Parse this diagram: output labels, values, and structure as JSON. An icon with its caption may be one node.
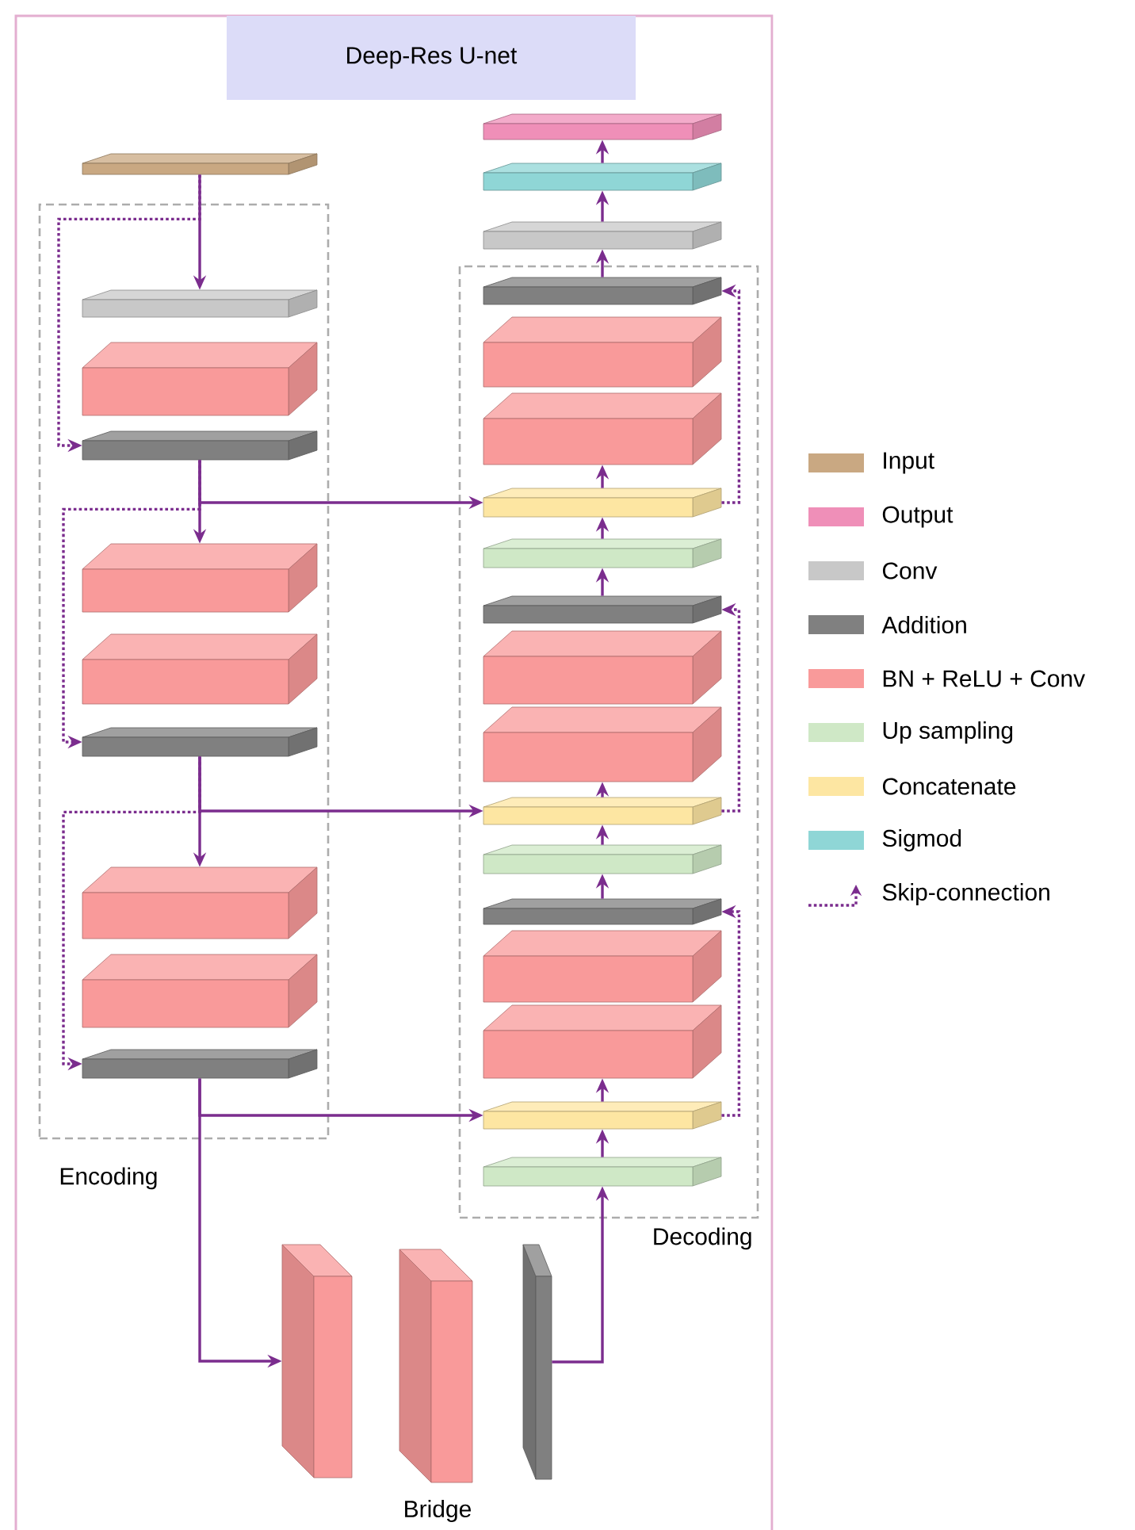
{
  "diagram": {
    "title": "Deep-Res U-net",
    "nodes": [
      {
        "text": [],
        "shape": "box"
      },
      {
        "text": [
          "Encoding"
        ]
      },
      {
        "text": [],
        "shape": "box",
        "in": 1
      },
      {
        "text": [],
        "shape": "box",
        "in": 1
      },
      {
        "text": [],
        "shape": "box",
        "in": 1
      },
      {
        "text": [],
        "shape": "box",
        "in": 1
      },
      {
        "text": [],
        "shape": "box",
        "in": 1
      },
      {
        "text": [],
        "shape": "box",
        "in": 1
      },
      {
        "text": [],
        "shape": "box",
        "in": 1
      },
      {
        "text": [],
        "shape": "box",
        "in": 1
      },
      {
        "text": [],
        "shape": "box",
        "in": 1
      },
      {
        "text": [],
        "shape": "box"
      },
      {
        "text": [],
        "shape": "box"
      },
      {
        "text": [],
        "shape": "box"
      },
      {
        "text": [
          "Decoding"
        ]
      },
      {
        "text": [],
        "shape": "box",
        "in": 14
      },
      {
        "text": [],
        "shape": "box",
        "in": 14
      },
      {
        "text": [],
        "shape": "box",
        "in": 14
      },
      {
        "text": [],
        "shape": "box",
        "in": 14
      },
      {
        "text": [],
        "shape": "box",
        "in": 14
      },
      {
        "text": [],
        "shape": "box",
        "in": 14
      },
      {
        "text": [],
        "shape": "box",
        "in": 14
      },
      {
        "text": [],
        "shape": "box",
        "in": 14
      },
      {
        "text": [],
        "shape": "box",
        "in": 14
      },
      {
        "text": [],
        "shape": "box",
        "in": 14
      },
      {
        "text": [],
        "shape": "box",
        "in": 14
      },
      {
        "text": [],
        "shape": "box",
        "in": 14
      },
      {
        "text": [],
        "shape": "box",
        "in": 14
      },
      {
        "text": [],
        "shape": "box",
        "in": 14
      },
      {
        "text": [],
        "shape": "box",
        "in": 14
      },
      {
        "text": [],
        "shape": "box"
      },
      {
        "text": [],
        "shape": "box"
      },
      {
        "text": [],
        "shape": "box"
      }
    ],
    "edges": [
      {
        "from": 0,
        "to": 2,
        "arrow": "to"
      },
      {
        "from": 0,
        "to": 4,
        "arrow": "to",
        "style": "dashed"
      },
      {
        "from": 4,
        "to": 5,
        "arrow": "to"
      },
      {
        "from": 4,
        "to": 7,
        "arrow": "to",
        "style": "dashed"
      },
      {
        "from": 4,
        "to": 26,
        "arrow": "to"
      },
      {
        "from": 7,
        "to": 8,
        "arrow": "to"
      },
      {
        "from": 7,
        "to": 10,
        "arrow": "to",
        "style": "dashed"
      },
      {
        "from": 7,
        "to": 21,
        "arrow": "to"
      },
      {
        "from": 10,
        "to": 11,
        "arrow": "to"
      },
      {
        "from": 10,
        "to": 16,
        "arrow": "to"
      },
      {
        "from": 13,
        "to": 15,
        "arrow": "to"
      },
      {
        "from": 15,
        "to": 16,
        "arrow": "to"
      },
      {
        "from": 16,
        "to": 17,
        "arrow": "to"
      },
      {
        "from": 16,
        "to": 19,
        "arrow": "to",
        "style": "dashed"
      },
      {
        "from": 19,
        "to": 20,
        "arrow": "to"
      },
      {
        "from": 20,
        "to": 21,
        "arrow": "to"
      },
      {
        "from": 21,
        "to": 22,
        "arrow": "to"
      },
      {
        "from": 21,
        "to": 24,
        "arrow": "to",
        "style": "dashed"
      },
      {
        "from": 24,
        "to": 25,
        "arrow": "to"
      },
      {
        "from": 25,
        "to": 26,
        "arrow": "to"
      },
      {
        "from": 26,
        "to": 27,
        "arrow": "to"
      },
      {
        "from": 26,
        "to": 29,
        "arrow": "to",
        "style": "dashed"
      },
      {
        "from": 29,
        "to": 30,
        "arrow": "to"
      },
      {
        "from": 30,
        "to": 31,
        "arrow": "to"
      },
      {
        "from": 31,
        "to": 32,
        "arrow": "to"
      }
    ],
    "labels": [
      "Bridge"
    ],
    "legend": [
      {
        "text": "Input",
        "color": "#c9a882"
      },
      {
        "text": "Output",
        "color": "#ef8fb8"
      },
      {
        "text": "Conv",
        "color": "#c8c8c8"
      },
      {
        "text": "Addition",
        "color": "#808080"
      },
      {
        "text": "BN + ReLU + Conv",
        "color": "#f99a9a"
      },
      {
        "text": "Up sampling",
        "color": "#cfe8c6"
      },
      {
        "text": "Concatenate",
        "color": "#fde6a2"
      },
      {
        "text": "Sigmod",
        "color": "#8fd6d6"
      },
      {
        "text": "Skip-connection"
      }
    ]
  }
}
